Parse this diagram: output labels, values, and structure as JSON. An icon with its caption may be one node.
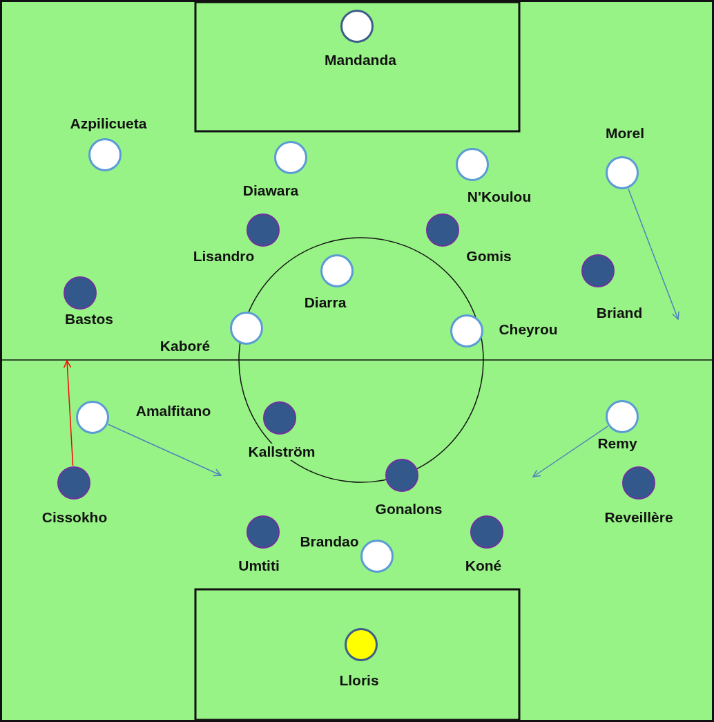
{
  "diagram": {
    "nodes": [
      {
        "text": [
          "Mandanda"
        ]
      },
      {
        "text": [
          "Azpilicueta"
        ]
      },
      {
        "text": [
          "Diawara"
        ]
      },
      {
        "text": [
          "Morel"
        ]
      },
      {
        "text": [
          "N'Koulou"
        ]
      },
      {
        "text": [
          "Lisandro"
        ]
      },
      {
        "text": [
          "Gomis"
        ]
      },
      {
        "text": [
          "Diarra"
        ]
      },
      {
        "text": [
          "Bastos"
        ]
      },
      {
        "text": [
          "Briand"
        ]
      },
      {
        "text": [
          "Kaboré"
        ]
      },
      {
        "text": [
          "Cheyrou"
        ]
      },
      {
        "text": [
          "Amalfitano"
        ]
      },
      {
        "text": [
          "Kallström"
        ]
      },
      {
        "text": [
          "Remy"
        ]
      },
      {
        "text": [
          "Cissokho"
        ]
      },
      {
        "text": [
          "Gonalons"
        ]
      },
      {
        "text": [
          "Reveillère"
        ]
      },
      {
        "text": [
          "Umtiti"
        ]
      },
      {
        "text": [
          "Brandao"
        ]
      },
      {
        "text": [
          "Koné"
        ]
      },
      {
        "text": [
          "Lloris"
        ]
      }
    ],
    "edges": [
      {
        "from": 3,
        "to": null,
        "arrow": "to"
      },
      {
        "from": 12,
        "to": null,
        "arrow": "to"
      },
      {
        "from": 14,
        "to": null,
        "arrow": "to"
      },
      {
        "from": 15,
        "to": null,
        "arrow": "to",
        "color": "#ff0000"
      }
    ]
  }
}
